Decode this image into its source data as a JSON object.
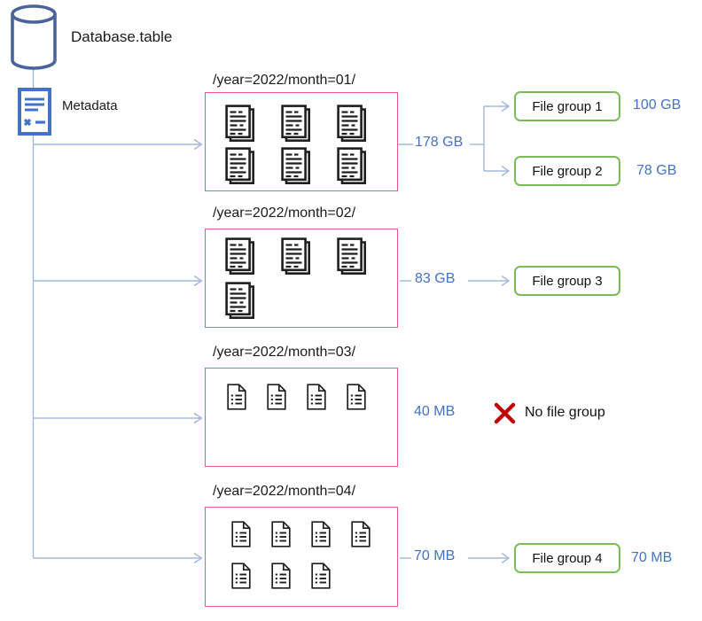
{
  "source": {
    "database_label": "Database.table",
    "metadata_label": "Metadata"
  },
  "colors": {
    "accent_blue_text": "#4472C4",
    "partition_border": "#E8578D",
    "file_group_border": "#7CBB59",
    "connector": "#A3B7DB",
    "icon_black": "#1F1F1F",
    "database_icon": "#4B639C",
    "metadata_icon": "#4472C4",
    "error_red": "#C00000"
  },
  "partitions": [
    {
      "title": "/year=2022/month=01/",
      "icon": "stacked-doc",
      "rows": [
        3,
        3
      ],
      "size": "178 GB"
    },
    {
      "title": "/year=2022/month=02/",
      "icon": "stacked-doc",
      "rows": [
        3,
        1
      ],
      "size": "83 GB"
    },
    {
      "title": "/year=2022/month=03/",
      "icon": "list-doc",
      "rows": [
        4
      ],
      "size": "40 MB"
    },
    {
      "title": "/year=2022/month=04/",
      "icon": "list-doc",
      "rows": [
        4,
        3
      ],
      "size": "70 MB"
    }
  ],
  "file_groups": [
    {
      "label": "File group 1",
      "size": "100 GB"
    },
    {
      "label": "File group 2",
      "size": "78 GB"
    },
    {
      "label": "File group 3"
    },
    {
      "label": "File group 4",
      "size": "70 MB"
    }
  ],
  "no_file_group": {
    "label": "No file group"
  }
}
